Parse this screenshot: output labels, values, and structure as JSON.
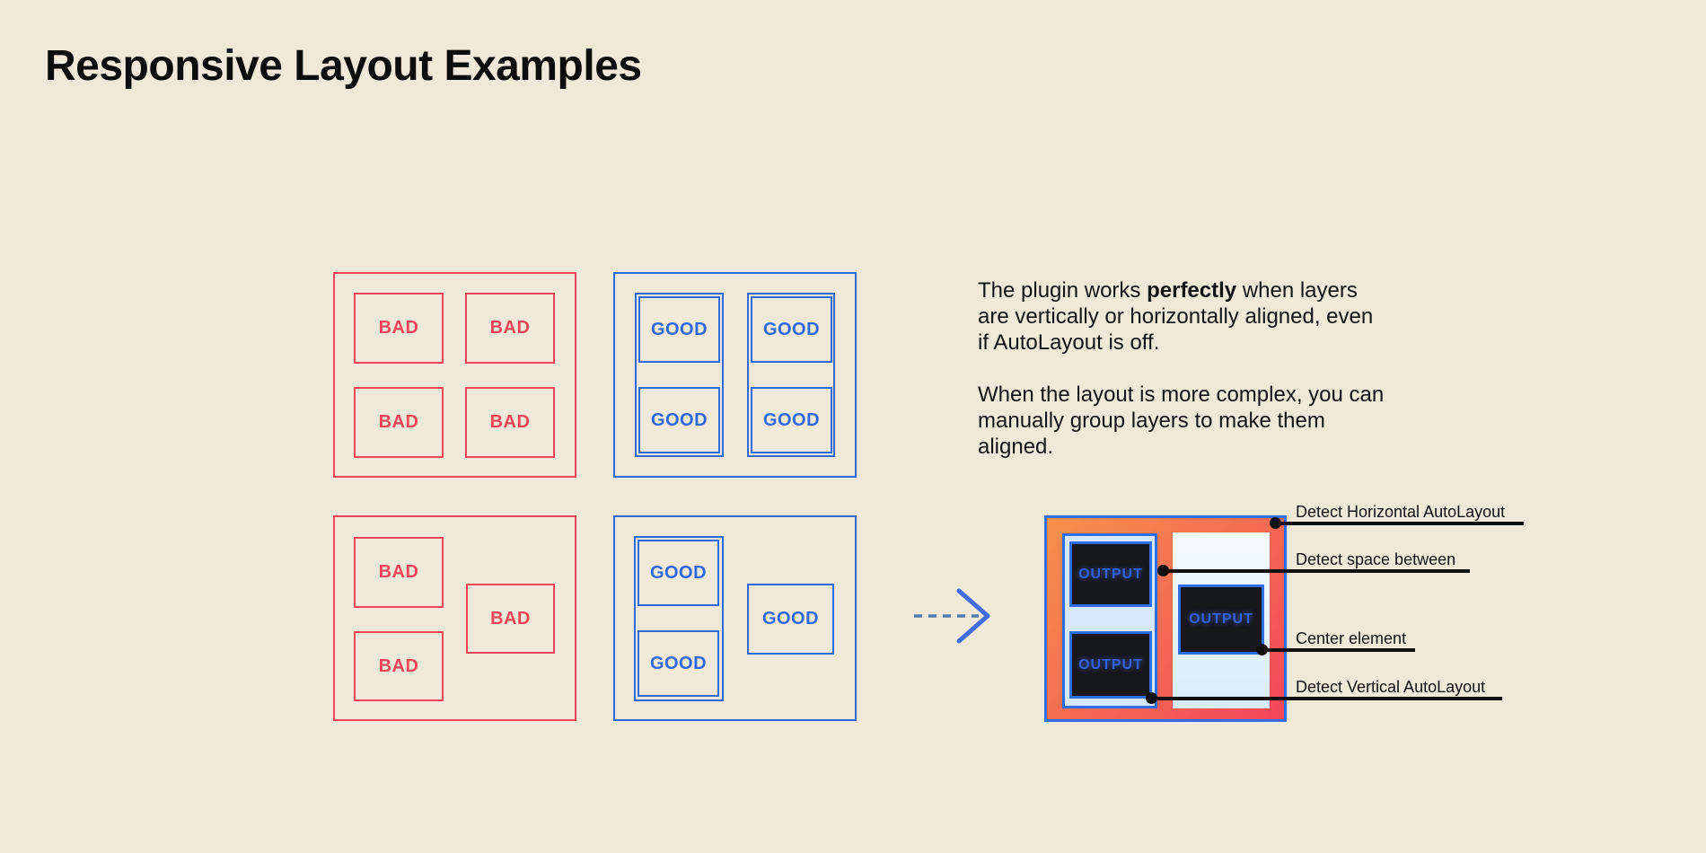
{
  "page": {
    "title": "Responsive Layout Examples"
  },
  "description": {
    "p1_start": "The plugin works ",
    "p1_bold": "perfectly",
    "p1_end": " when layers are vertically or horizontally aligned, even if AutoLayout is off.",
    "p2": "When the layout is more complex, you can manually group layers to make them aligned."
  },
  "box_labels": {
    "bad": "BAD",
    "good": "GOOD",
    "output": "OUTPUT"
  },
  "annotations": {
    "horizontal": "Detect Horizontal AutoLayout",
    "space_between": "Detect space between",
    "center": "Center element",
    "vertical": "Detect Vertical AutoLayout"
  },
  "colors": {
    "background": "#f0e9d9",
    "bad_red": "#f0455c",
    "good_blue": "#3069e0",
    "output_border_blue": "#2e6fe8",
    "gradient_start": "#f6914c",
    "gradient_end": "#f4465a",
    "panel_light_blue": "#d7e8fb",
    "dark_box": "#17181c",
    "output_text_blue": "#3360d9",
    "annotation_black": "#101010",
    "arrow_dash": "#4d7cae",
    "arrow_head": "#3f6de6"
  }
}
